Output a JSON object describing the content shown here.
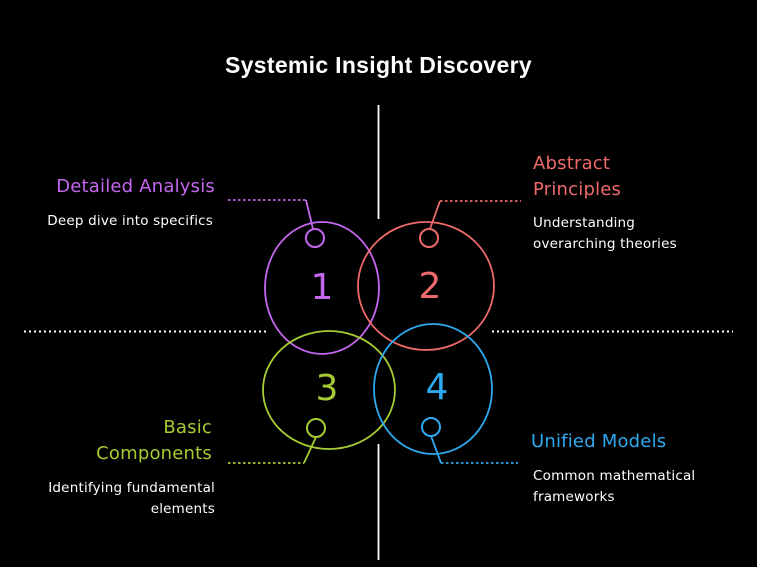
{
  "title": "Systemic Insight Discovery",
  "colors": {
    "background": "#000000",
    "axis": "#ffffff",
    "text": "#ffffff",
    "purple": "#c566ee",
    "red": "#ee6a6a",
    "green": "#a6cc33",
    "blue": "#2ea9ef"
  },
  "quadrants": {
    "top_left": {
      "number": "1",
      "heading_lines": [
        "Detailed Analysis"
      ],
      "desc_lines": [
        "Deep dive into specifics"
      ],
      "color": "#c566ee"
    },
    "top_right": {
      "number": "2",
      "heading_lines": [
        "Abstract",
        "Principles"
      ],
      "desc_lines": [
        "Understanding",
        "overarching theories"
      ],
      "color": "#ee6a6a"
    },
    "bottom_left": {
      "number": "3",
      "heading_lines": [
        "Basic",
        "Components"
      ],
      "desc_lines": [
        "Identifying fundamental",
        "elements"
      ],
      "color": "#a6cc33"
    },
    "bottom_right": {
      "number": "4",
      "heading_lines": [
        "Unified Models"
      ],
      "desc_lines": [
        "Common mathematical",
        "frameworks"
      ],
      "color": "#2ea9ef"
    }
  }
}
